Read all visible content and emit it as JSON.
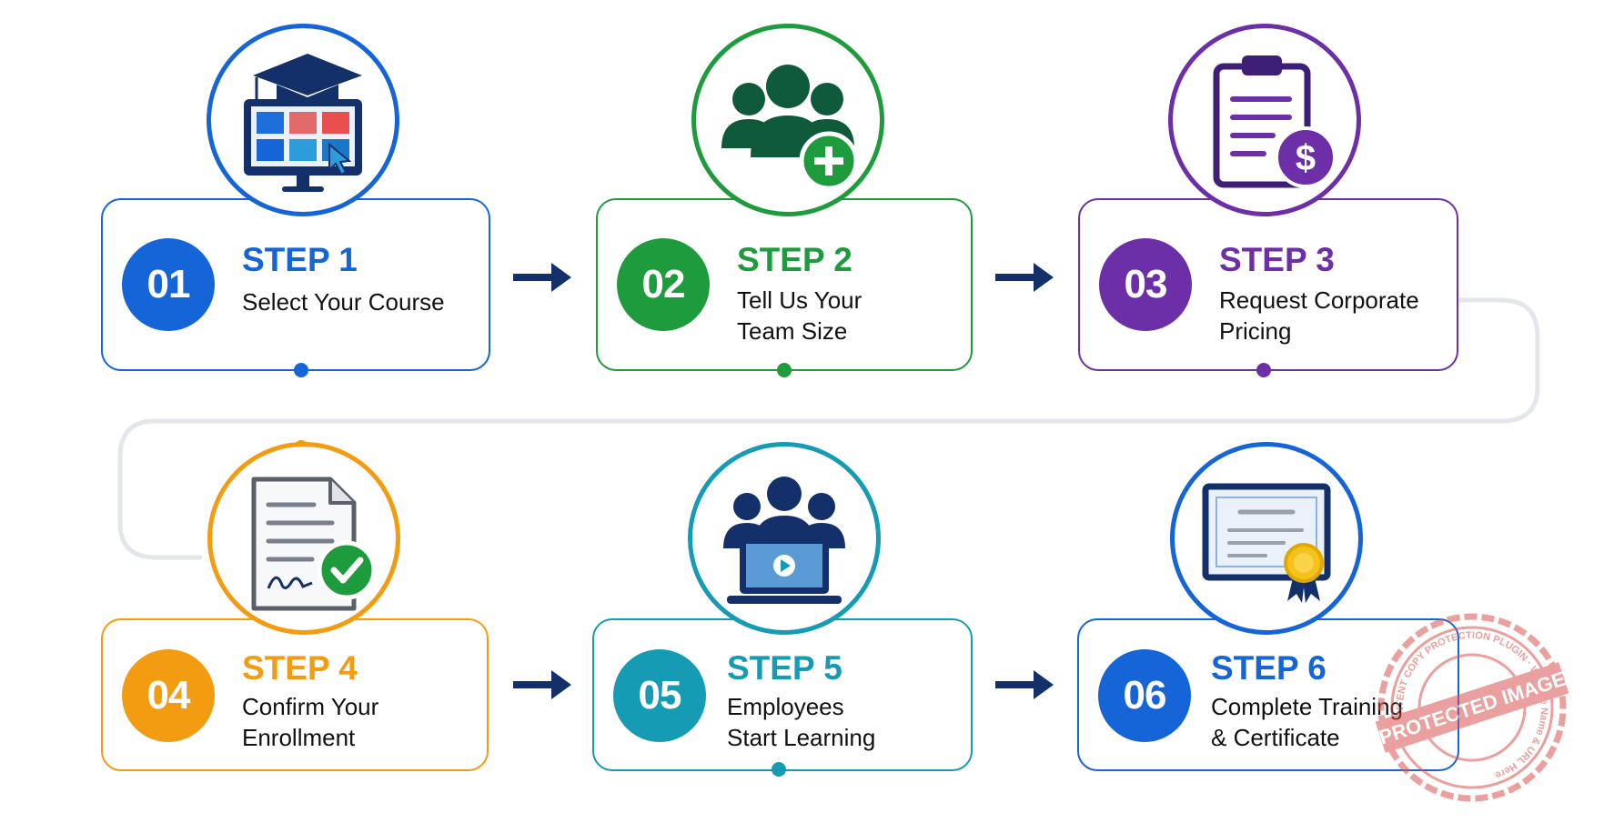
{
  "steps": [
    {
      "number": "01",
      "title": "STEP 1",
      "description": "Select Your Course",
      "color": "#1565d8",
      "icon": "course-monitor-icon"
    },
    {
      "number": "02",
      "title": "STEP 2",
      "description": "Tell Us Your\nTeam Size",
      "color": "#1e9b3c",
      "icon": "team-add-icon"
    },
    {
      "number": "03",
      "title": "STEP 3",
      "description": "Request Corporate\nPricing",
      "color": "#6c2fa8",
      "icon": "clipboard-pricing-icon"
    },
    {
      "number": "04",
      "title": "STEP 4",
      "description": "Confirm Your\nEnrollment",
      "color": "#f39c12",
      "icon": "signed-document-icon"
    },
    {
      "number": "05",
      "title": "STEP 5",
      "description": "Employees\nStart Learning",
      "color": "#169bb5",
      "icon": "online-learning-icon"
    },
    {
      "number": "06",
      "title": "STEP 6",
      "description": "Complete Training\n& Certificate",
      "color": "#1565d8",
      "icon": "certificate-icon"
    }
  ],
  "arrow_color": "#14306b",
  "connector_color": "#e3e6ea",
  "watermark": {
    "text": "PROTECTED IMAGE",
    "ring_text": "CONTENT COPY PROTECTION PLUGIN · Website Name & URL Here",
    "color": "#d9534f"
  }
}
